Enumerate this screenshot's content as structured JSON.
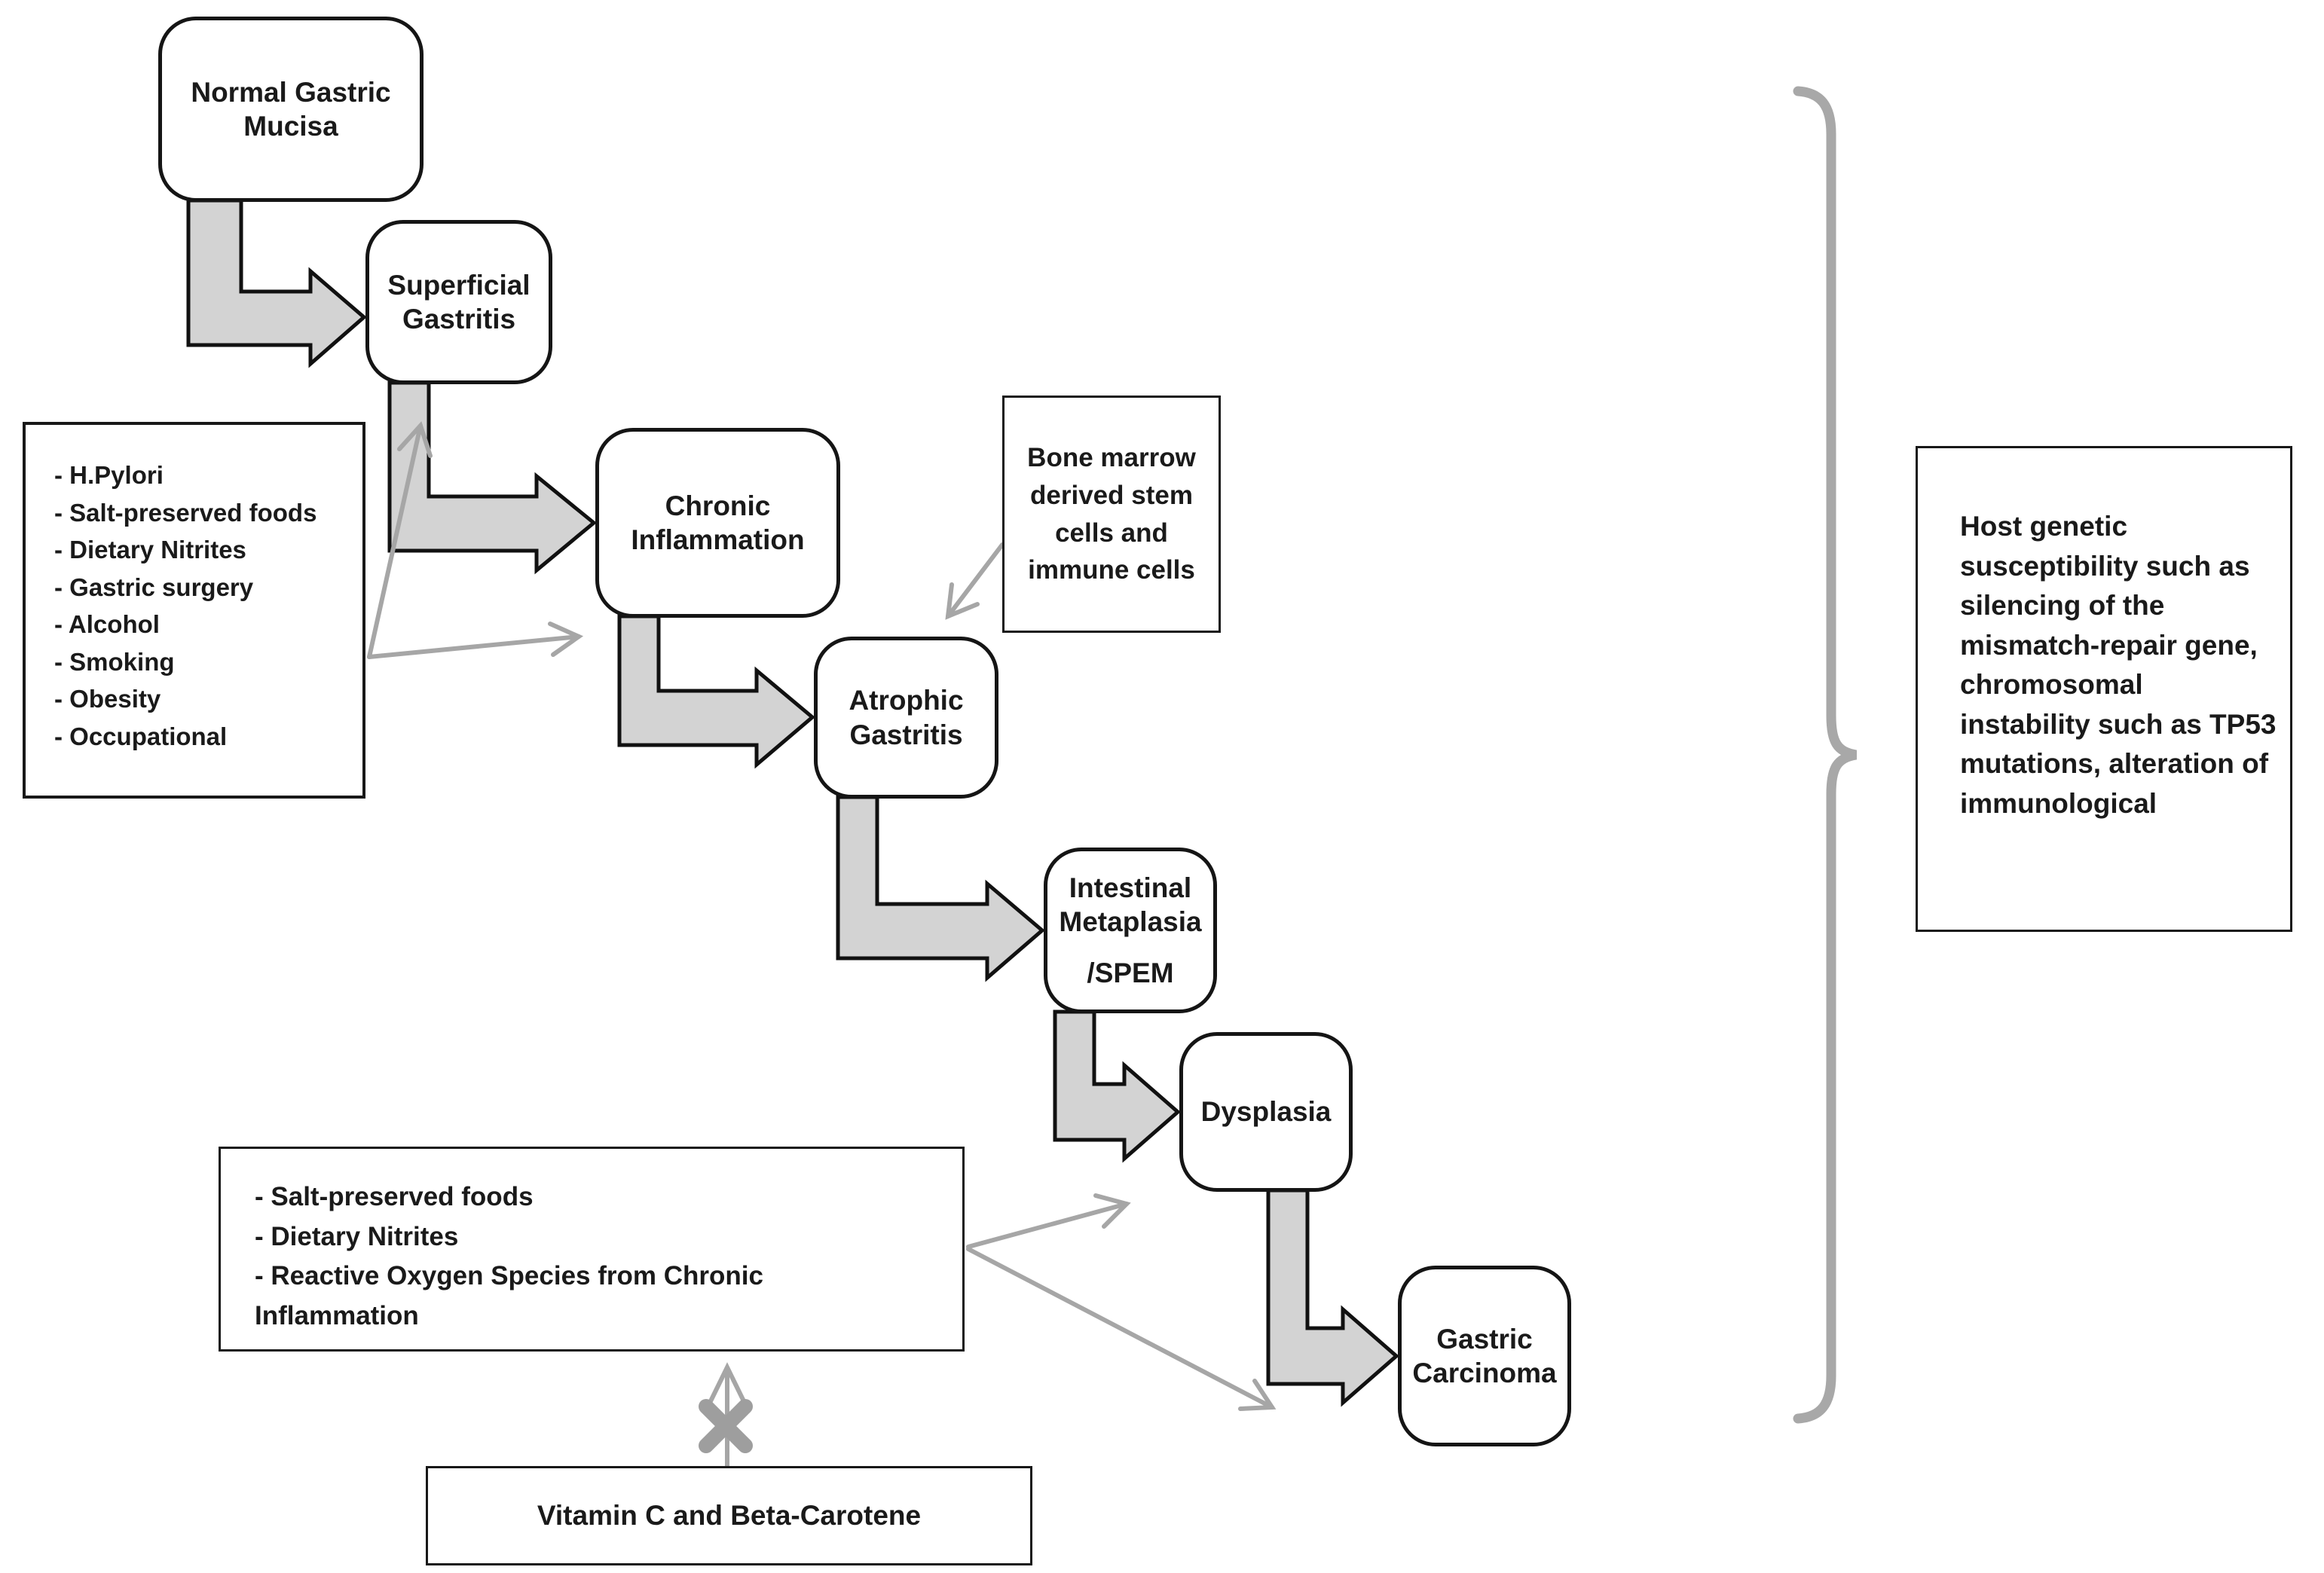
{
  "diagram": {
    "stages": [
      {
        "label": "Normal Gastric Mucisa"
      },
      {
        "label": "Superficial Gastritis"
      },
      {
        "label": "Chronic Inflammation"
      },
      {
        "label": "Atrophic Gastritis"
      },
      {
        "label": "Intestinal Metaplasia",
        "label2": "/SPEM"
      },
      {
        "label": "Dysplasia"
      },
      {
        "label": "Gastric Carcinoma"
      }
    ],
    "factor_boxes": {
      "early_risk_factors": "- H.Pylori\n- Salt-preserved foods\n- Dietary Nitrites\n- Gastric surgery\n- Alcohol\n- Smoking\n- Obesity\n- Occupational",
      "bone_marrow": "Bone marrow derived stem cells and immune cells",
      "late_risk_factors": "- Salt-preserved foods\n- Dietary Nitrites\n- Reactive Oxygen Species from Chronic Inflammation",
      "protective": "Vitamin C and Beta-Carotene",
      "host_genetic": "Host genetic susceptibility such as silencing of the mismatch-repair gene, chromosomal instability such as TP53 mutations, alteration of immunological"
    },
    "colors": {
      "arrow_fill": "#d3d3d3",
      "arrow_stroke": "#111111",
      "thin_arrow": "#a6a6a6",
      "brace": "#a8a8a8",
      "blocked_x": "#9e9e9e",
      "box_border": "#151515",
      "background": "#ffffff",
      "text": "#1a1a1a"
    }
  }
}
